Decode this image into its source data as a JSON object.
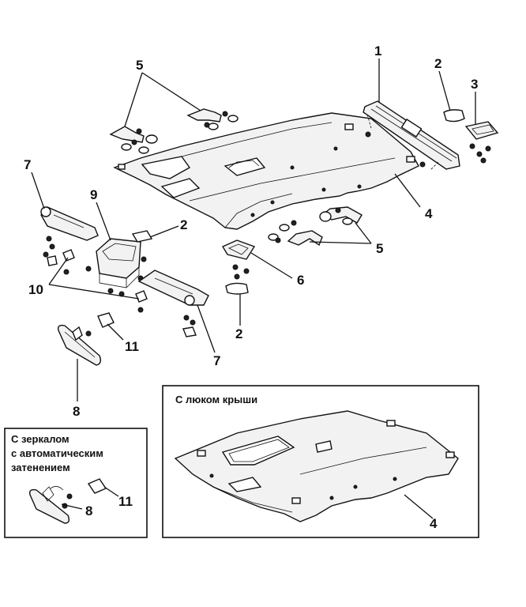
{
  "callouts": {
    "c1": "1",
    "c2_top": "2",
    "c3": "3",
    "c4": "4",
    "c5_top": "5",
    "c5_right": "5",
    "c6": "6",
    "c2_mid": "2",
    "c2_low": "2",
    "c7_left": "7",
    "c7_right": "7",
    "c9": "9",
    "c10": "10",
    "c11": "11",
    "c8": "8",
    "c8_inset": "8",
    "c11_inset": "11",
    "c4_inset": "4"
  },
  "insets": {
    "sunroof_title": "С люком крыши",
    "mirror_title_line1": "С зеркалом",
    "mirror_title_line2": "с автоматическим",
    "mirror_title_line3": "затенением"
  }
}
